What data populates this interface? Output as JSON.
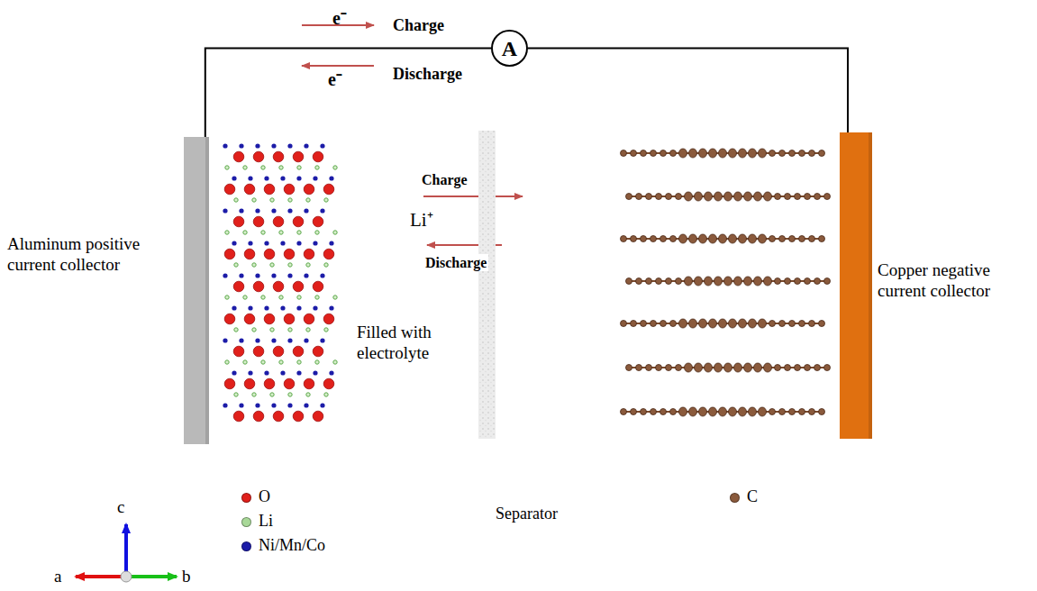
{
  "diagram": {
    "nodes": [
      {
        "text": [
          "Aluminum positive current collector"
        ]
      },
      {
        "text": [
          "A"
        ]
      },
      {
        "text": [
          "Copper negative current collector"
        ]
      }
    ],
    "edges": [
      {
        "from": 0,
        "to": 1,
        "arrow": "none"
      },
      {
        "from": 1,
        "to": 2,
        "arrow": "none"
      }
    ],
    "labels": [
      "e⁻",
      "Charge",
      "e⁻",
      "Discharge",
      "Charge",
      "Li⁺",
      "Discharge",
      "Filled with electrolyte",
      "Separator",
      "c",
      "a",
      "b"
    ],
    "legend": [
      {
        "text": "O",
        "color": "#e0201b"
      },
      {
        "text": "Li",
        "color": "#a8d898"
      },
      {
        "text": "Ni/Mn/Co",
        "color": "#1c1ca8"
      },
      {
        "text": "C",
        "color": "#8a5a3c"
      }
    ]
  }
}
